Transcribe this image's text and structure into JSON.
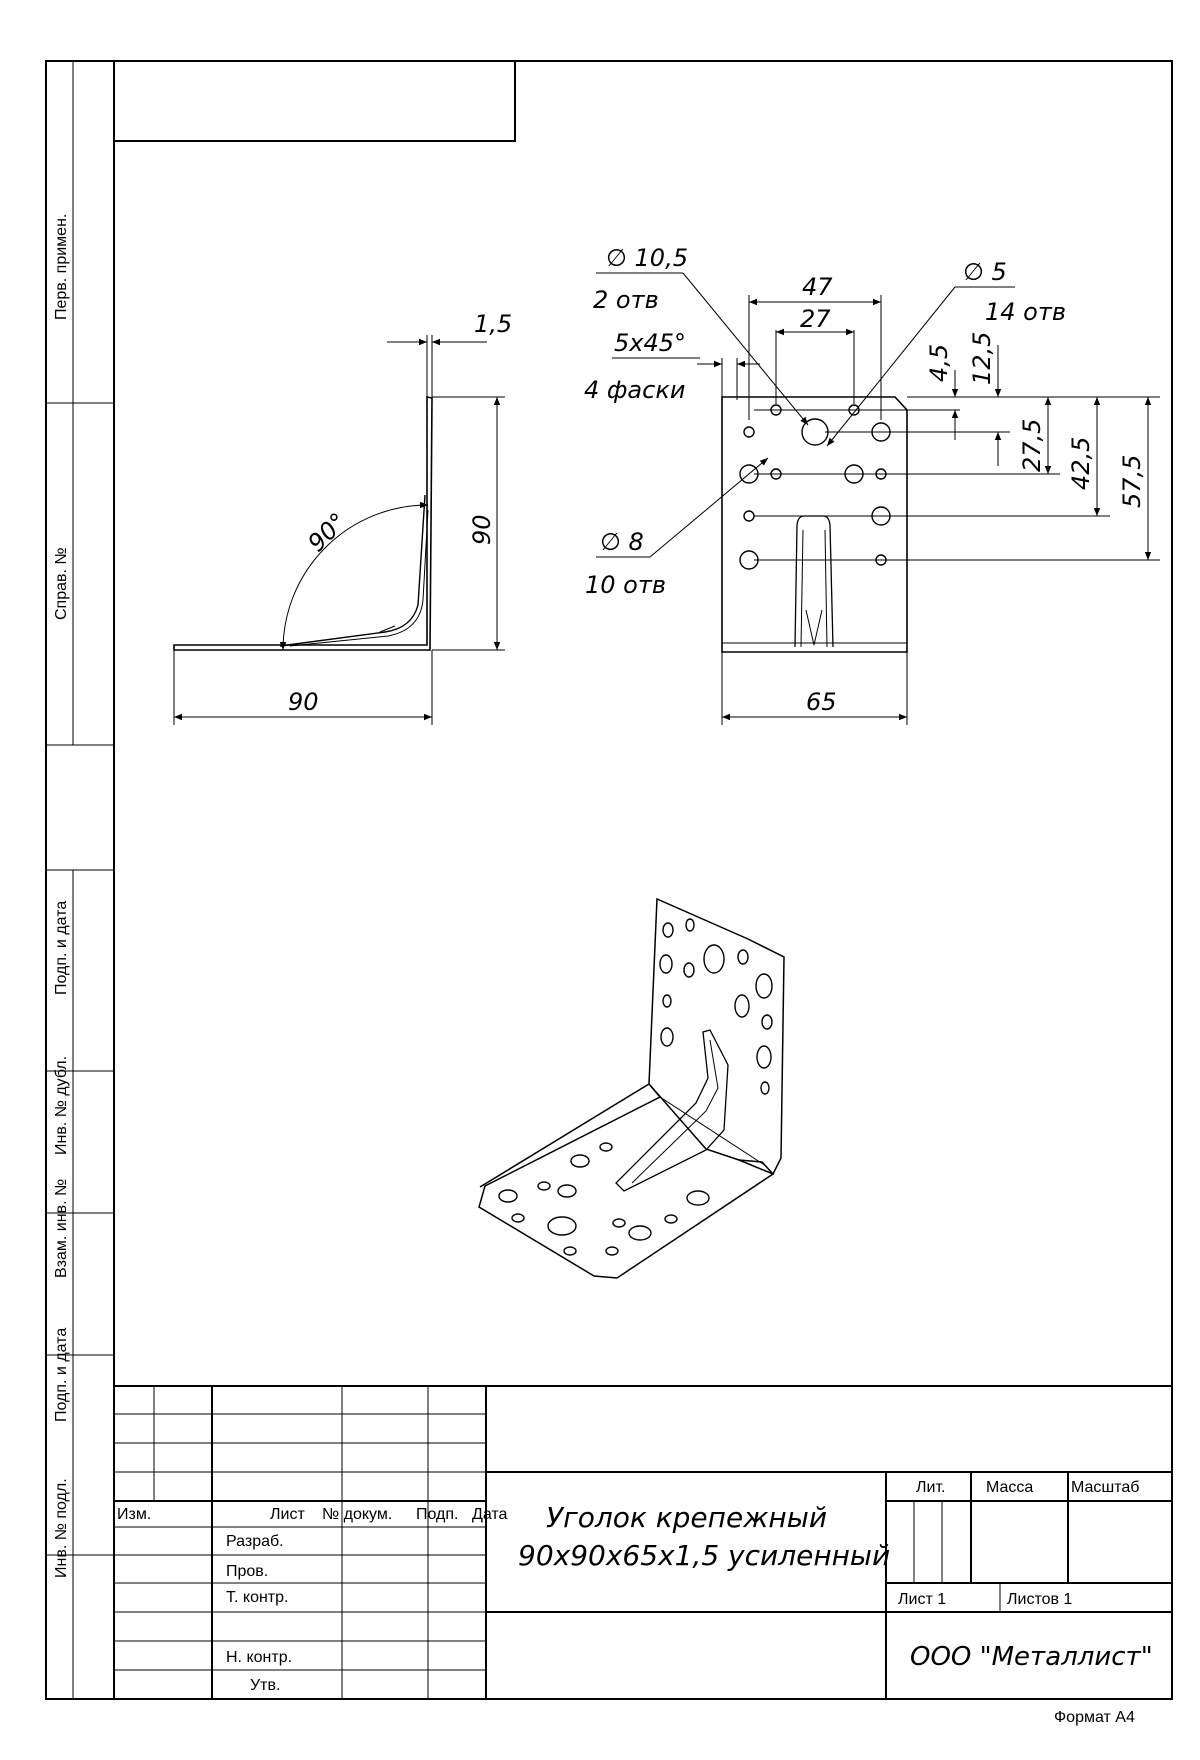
{
  "side_stamps": {
    "perv_primen": "Перв. примен.",
    "sprav_no": "Справ. №",
    "podp_data_1": "Подп. и дата",
    "inv_dubl": "Инв. № дубл.",
    "vzam_inv": "Взам. инв. №",
    "podp_data_2": "Подп. и дата",
    "inv_podl": "Инв. № подл."
  },
  "side_view": {
    "thickness": "1,5",
    "height": "90",
    "width": "90",
    "angle": "90°"
  },
  "front_view": {
    "d105": "∅ 10,5",
    "d105_count": "2 отв",
    "d5": "∅ 5",
    "d5_count": "14 отв",
    "chamfer": "5x45°",
    "chamfer_count": "4 фаски",
    "d8": "∅ 8",
    "d8_count": "10 отв",
    "dim_47": "47",
    "dim_27": "27",
    "dim_45": "4,5",
    "dim_125": "12,5",
    "dim_275": "27,5",
    "dim_425": "42,5",
    "dim_575": "57,5",
    "dim_65": "65"
  },
  "title_block": {
    "izm": "Изм.",
    "list": "Лист",
    "no_dokum": "№ докум.",
    "podp": "Подп.",
    "data": "Дата",
    "razrab": "Разраб.",
    "prov": "Пров.",
    "t_kontr": "Т. контр.",
    "n_kontr": "Н. контр.",
    "utv": "Утв.",
    "title_line1": "Уголок крепежный",
    "title_line2": "90x90x65x1,5 усиленный",
    "lit": "Лит.",
    "massa": "Масса",
    "masshtab": "Масштаб",
    "list_1": "Лист 1",
    "listov_1": "Листов 1",
    "company": "ООО \"Металлист\""
  },
  "format": "Формат А4"
}
